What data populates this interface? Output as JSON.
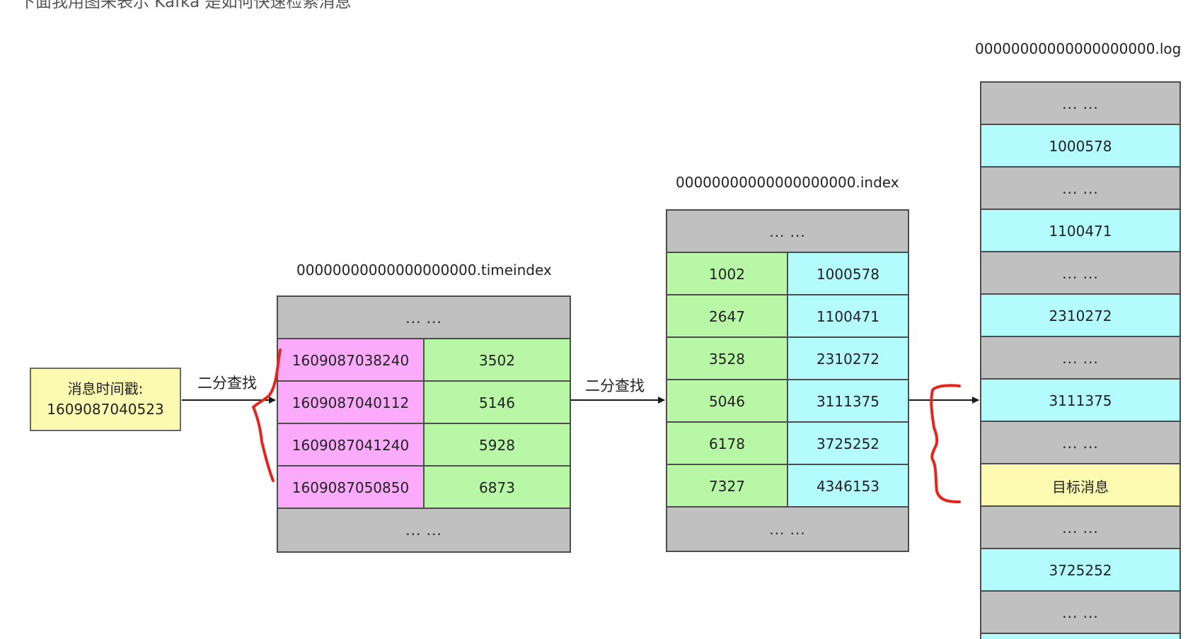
{
  "intro_text": "下面我用图来表示 Kafka 是如何快速检索消息",
  "query": {
    "label": "消息时间戳:",
    "value": "1609087040523"
  },
  "arrow_labels": {
    "to_timeindex": "二分查找",
    "to_index": "二分查找"
  },
  "timeindex": {
    "filename": "00000000000000000000.timeindex",
    "top": "... ...",
    "rows": [
      {
        "timestamp": "1609087038240",
        "offset": "3502"
      },
      {
        "timestamp": "1609087040112",
        "offset": "5146"
      },
      {
        "timestamp": "1609087041240",
        "offset": "5928"
      },
      {
        "timestamp": "1609087050850",
        "offset": "6873"
      }
    ],
    "bottom": "... ..."
  },
  "index": {
    "filename": "00000000000000000000.index",
    "top": "... ...",
    "rows": [
      {
        "offset": "1002",
        "position": "1000578"
      },
      {
        "offset": "2647",
        "position": "1100471"
      },
      {
        "offset": "3528",
        "position": "2310272"
      },
      {
        "offset": "5046",
        "position": "3111375"
      },
      {
        "offset": "6178",
        "position": "3725252"
      },
      {
        "offset": "7327",
        "position": "4346153"
      }
    ],
    "bottom": "... ..."
  },
  "log": {
    "filename": "00000000000000000000.log",
    "cells": [
      {
        "text": "... ...",
        "color": "#c0c0c0"
      },
      {
        "text": "1000578",
        "color": "#b3fbfd"
      },
      {
        "text": "... ...",
        "color": "#c0c0c0"
      },
      {
        "text": "1100471",
        "color": "#b3fbfd"
      },
      {
        "text": "... ...",
        "color": "#c0c0c0"
      },
      {
        "text": "2310272",
        "color": "#b3fbfd"
      },
      {
        "text": "... ...",
        "color": "#c0c0c0"
      },
      {
        "text": "3111375",
        "color": "#b3fbfd"
      },
      {
        "text": "... ...",
        "color": "#c0c0c0"
      },
      {
        "text": "目标消息",
        "color": "#fdfbb1"
      },
      {
        "text": "... ...",
        "color": "#c0c0c0"
      },
      {
        "text": "3725252",
        "color": "#b3fbfd"
      },
      {
        "text": "... ...",
        "color": "#c0c0c0"
      }
    ]
  },
  "colors": {
    "gray": "#c0c0c0",
    "pink": "#fbaafc",
    "green": "#b7f7a5",
    "cyan": "#b3fbfd",
    "yellow": "#fdfbb1",
    "annotation_red": "#e8231c"
  }
}
